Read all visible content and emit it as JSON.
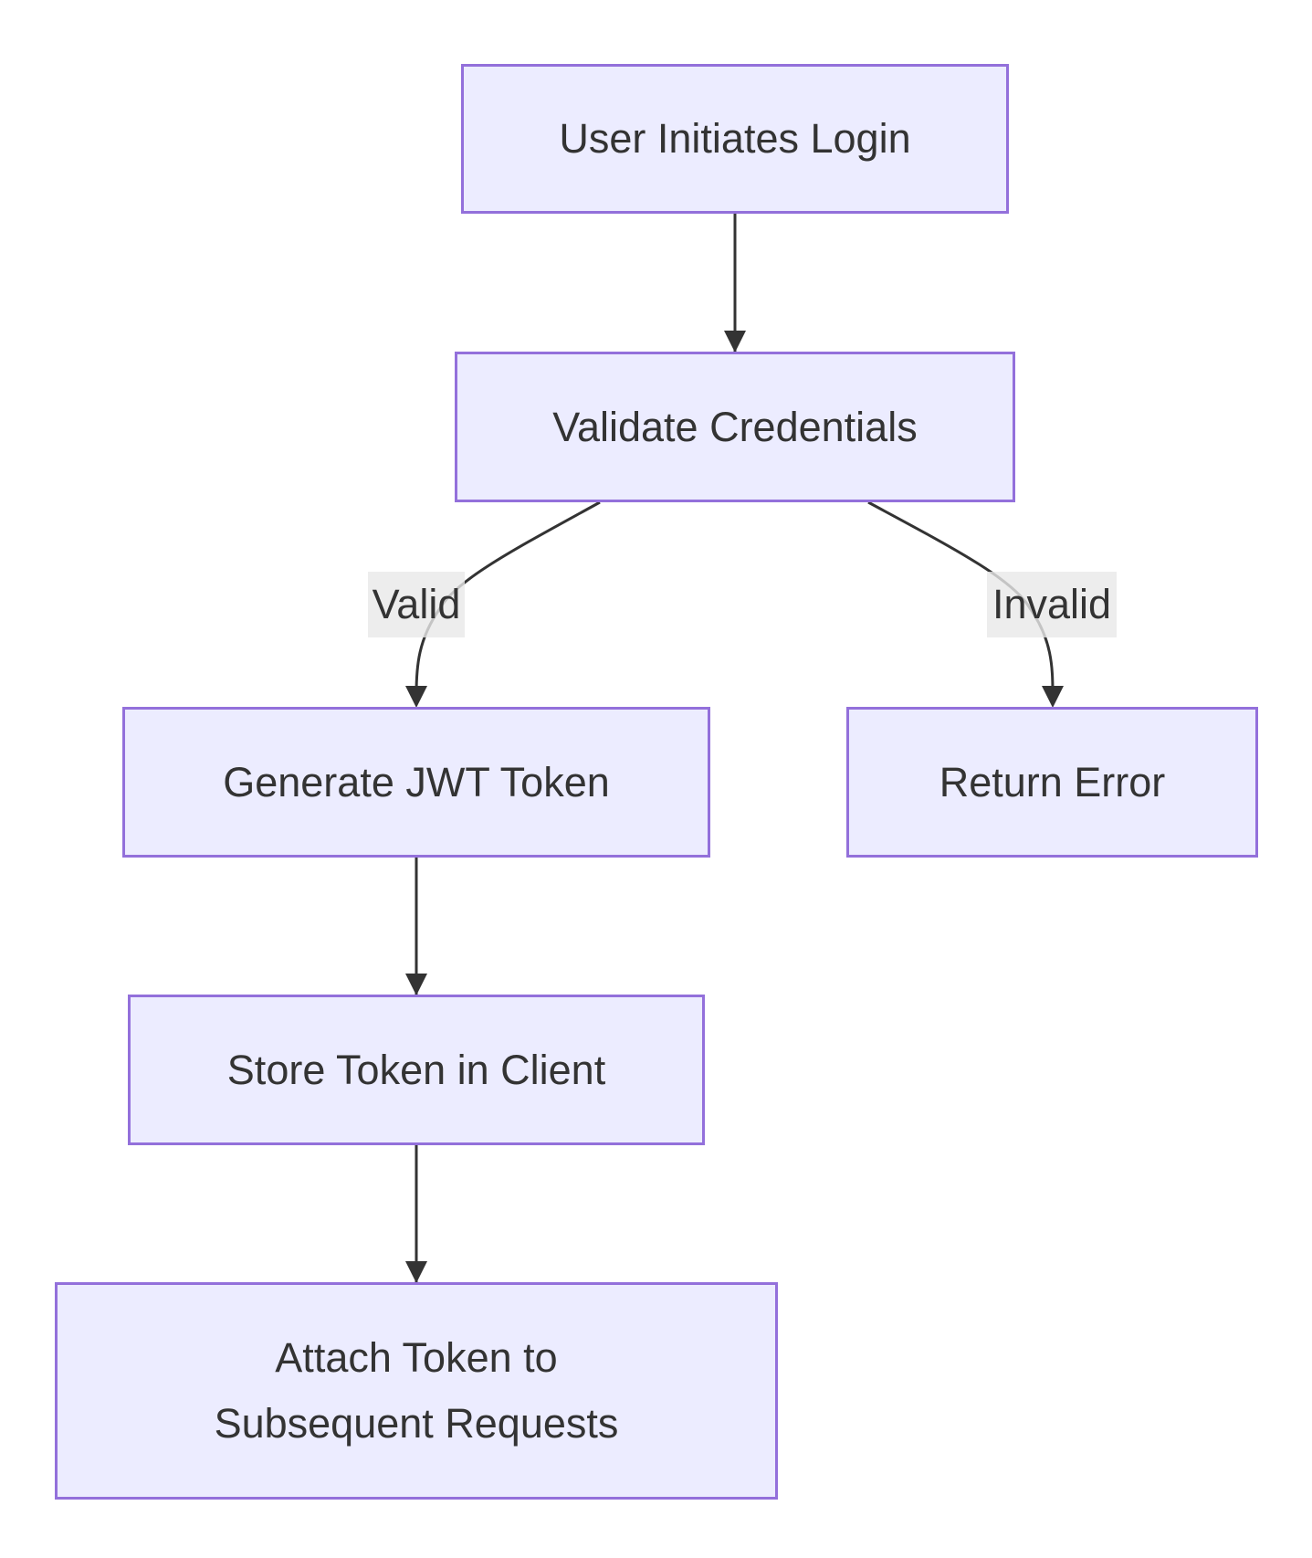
{
  "diagram": {
    "colors": {
      "node_fill": "#ECECFF",
      "node_border": "#9370DB",
      "text": "#333333",
      "edge": "#333333",
      "label_bg": "#E8E8E8"
    },
    "nodes": {
      "login": "User Initiates Login",
      "validate": "Validate Credentials",
      "generate": "Generate JWT Token",
      "error": "Return Error",
      "store": "Store Token in Client",
      "attach_line1": "Attach Token to",
      "attach_line2": "Subsequent Requests"
    },
    "edge_labels": {
      "valid": "Valid",
      "invalid": "Invalid"
    },
    "edges": [
      {
        "from": "login",
        "to": "validate",
        "label": ""
      },
      {
        "from": "validate",
        "to": "generate",
        "label": "valid"
      },
      {
        "from": "validate",
        "to": "error",
        "label": "invalid"
      },
      {
        "from": "generate",
        "to": "store",
        "label": ""
      },
      {
        "from": "store",
        "to": "attach",
        "label": ""
      }
    ]
  }
}
